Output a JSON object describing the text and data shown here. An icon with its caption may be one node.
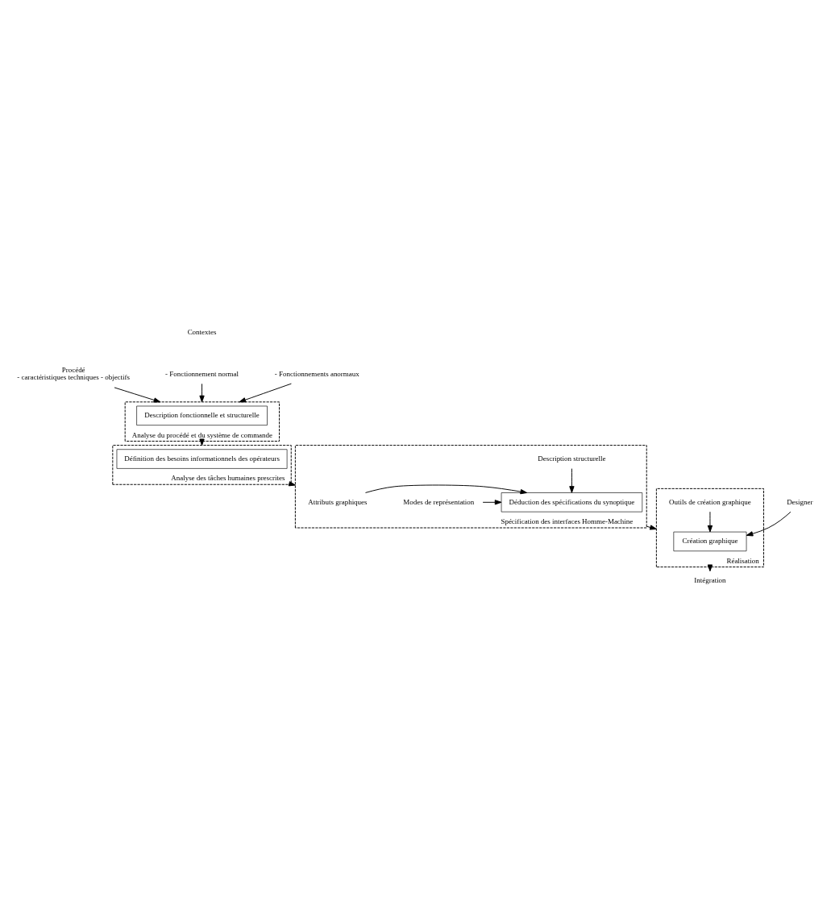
{
  "diagram": {
    "nodes": [
      {
        "text": [
          "Procédé",
          "- caractéristiques techniques - objectifs"
        ]
      },
      {
        "text": [
          "Analyse du procédé et du système de commande"
        ]
      },
      {
        "text": [
          "Description fonctionnelle et structurelle"
        ],
        "in": 1
      },
      {
        "text": [
          "- Fonctionnement normal"
        ]
      },
      {
        "text": [
          "- Fonctionnements anormaux"
        ]
      },
      {
        "text": [
          "Analyse des tâches humaines prescrites"
        ]
      },
      {
        "text": [
          "Définition des besoins informationnels des opérateurs"
        ],
        "in": 5
      },
      {
        "text": [
          "Spécification des interfaces Homme-Machine"
        ]
      },
      {
        "text": [
          "Modes de représentation"
        ],
        "in": 7
      },
      {
        "text": [
          "Déduction des spécifications du synoptique"
        ],
        "in": 7
      },
      {
        "text": [
          "Attributs graphiques"
        ],
        "in": 7
      },
      {
        "text": [
          "Description structurelle"
        ],
        "in": 7
      },
      {
        "text": [
          "Réalisation"
        ]
      },
      {
        "text": [
          "Designer"
        ]
      },
      {
        "text": [
          "Création graphique"
        ],
        "in": 12
      },
      {
        "text": [
          "Outils de création graphique"
        ],
        "in": 12
      },
      {
        "text": [
          "Intégration"
        ]
      }
    ],
    "edges": [
      {
        "from": 0,
        "to": 1,
        "arrow": "to"
      },
      {
        "from": 3,
        "to": 1,
        "arrow": "to"
      },
      {
        "from": 4,
        "to": 1,
        "arrow": "to"
      },
      {
        "from": 1,
        "to": 5,
        "arrow": "to"
      },
      {
        "from": 5,
        "to": 7,
        "arrow": "to"
      },
      {
        "from": 8,
        "to": 9,
        "arrow": "to"
      },
      {
        "from": 10,
        "to": 9,
        "arrow": "to"
      },
      {
        "from": 11,
        "to": 9,
        "arrow": "to"
      },
      {
        "from": 7,
        "to": 12,
        "arrow": "to"
      },
      {
        "from": 13,
        "to": 14,
        "arrow": "to"
      },
      {
        "from": 15,
        "to": 14,
        "arrow": "to"
      },
      {
        "from": 12,
        "to": 16,
        "arrow": "to"
      }
    ],
    "labels": [
      "Contextes"
    ]
  }
}
